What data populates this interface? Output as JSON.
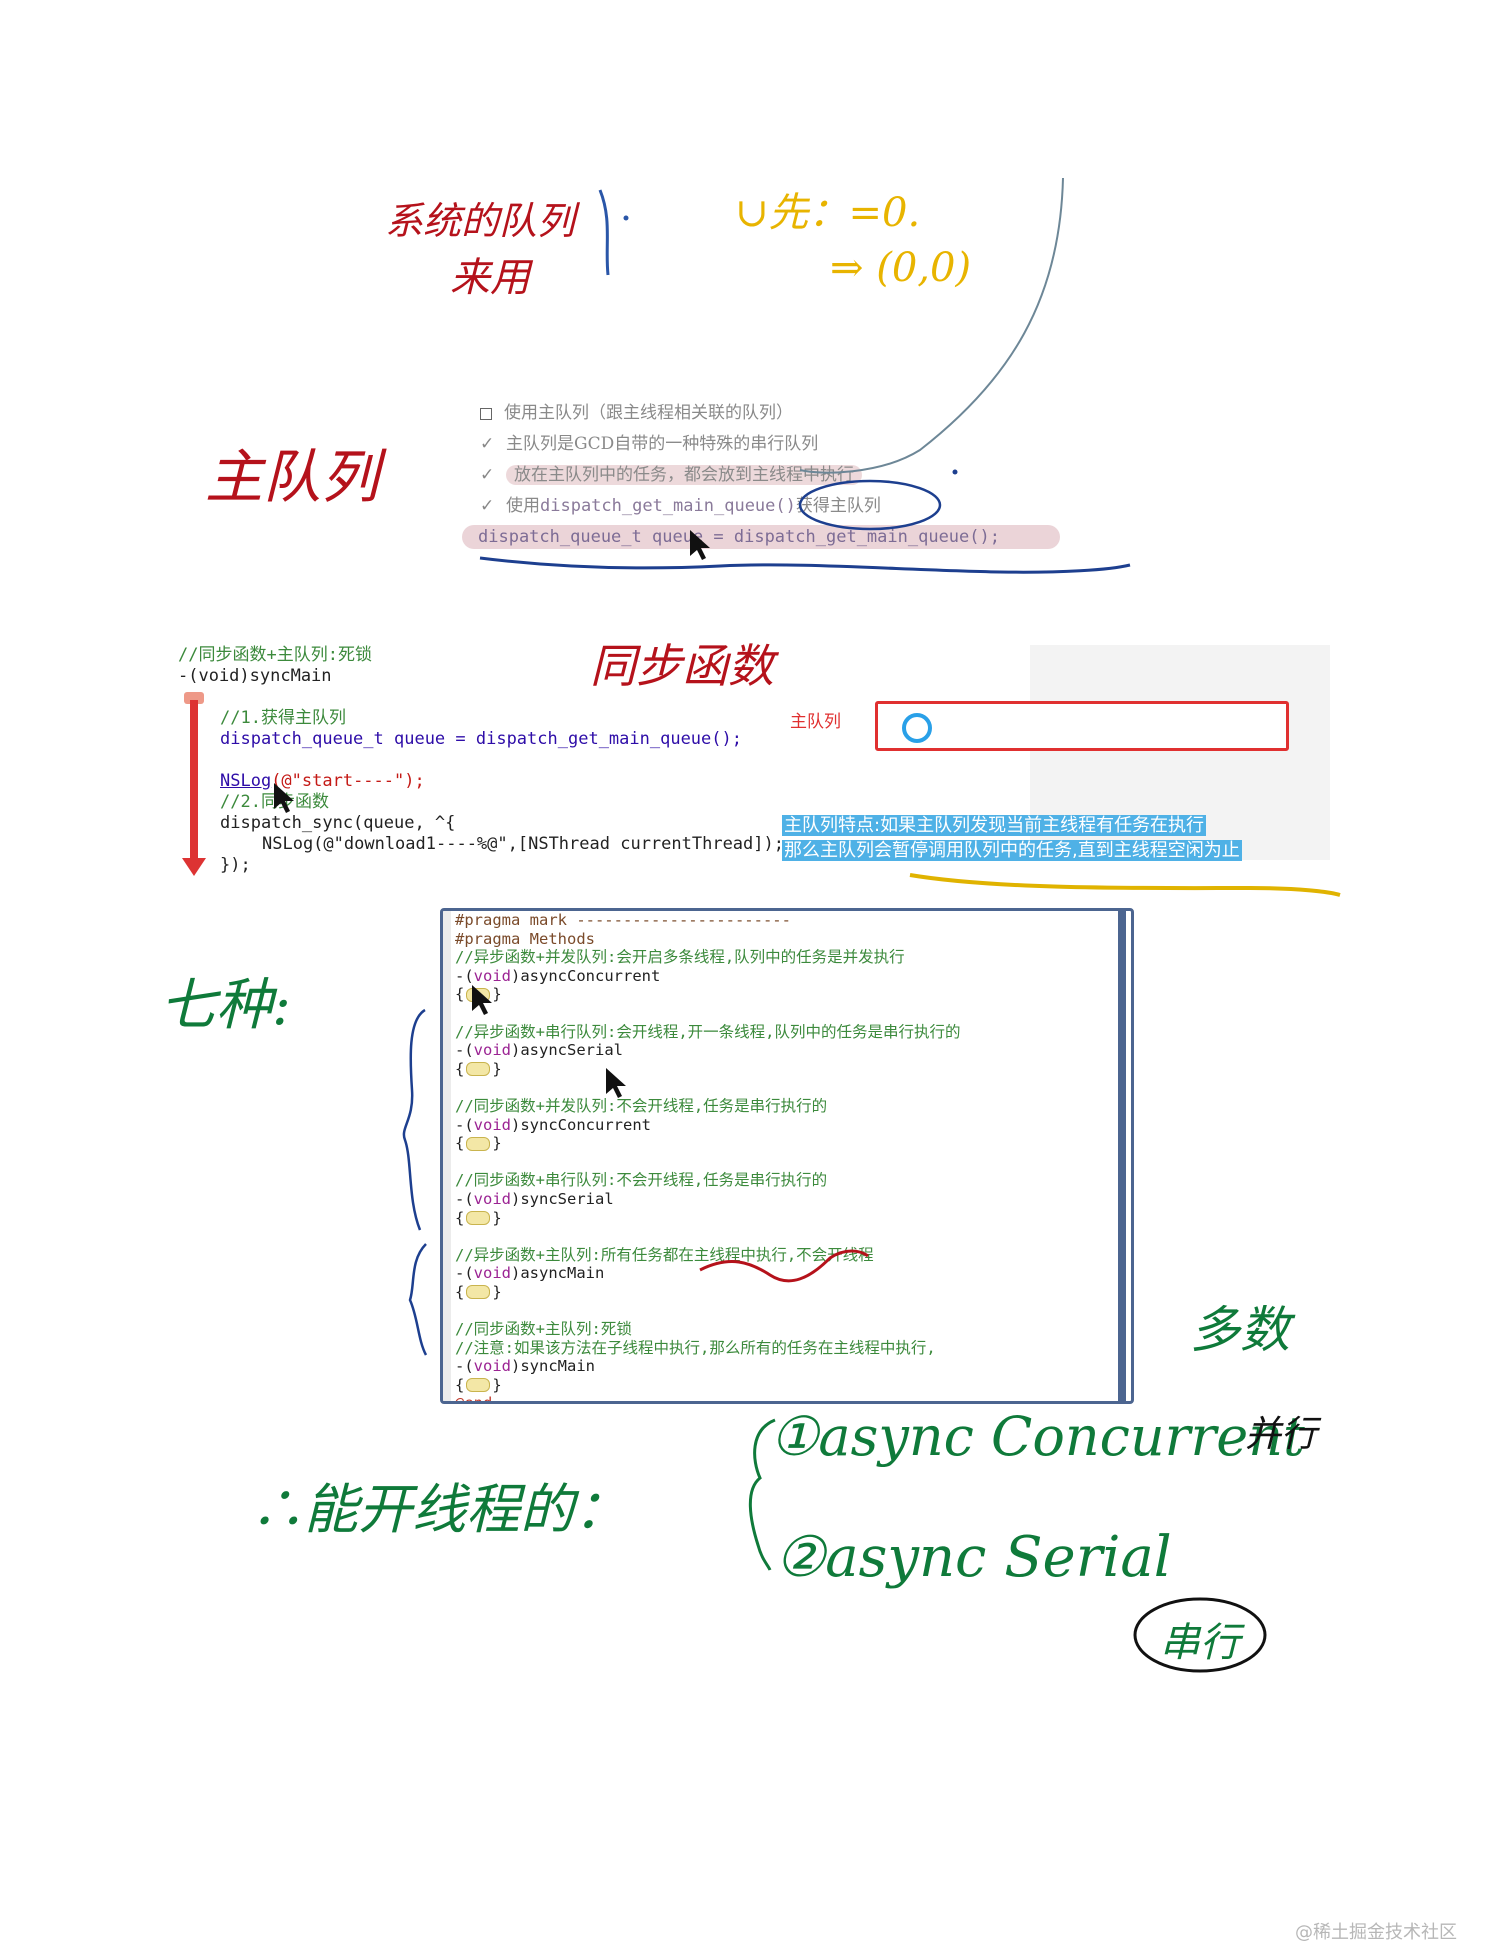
{
  "slide1": {
    "items": [
      {
        "mark": "box",
        "text": "使用主队列（跟主线程相关联的队列）"
      },
      {
        "mark": "check",
        "text": "主队列是GCD自带的一种特殊的串行队列"
      },
      {
        "mark": "check",
        "text": "放在主队列中的任务，都会放到主线程中执行"
      },
      {
        "mark": "check",
        "text_before": "使用",
        "code": "dispatch_get_main_queue()",
        "text_after": "获得主队列"
      }
    ],
    "code_line": "dispatch_queue_t queue = dispatch_get_main_queue();"
  },
  "code1": {
    "comment_title": "//同步函数+主队列:死锁",
    "method": "-(void)syncMain",
    "comment_1": "//1.获得主队列",
    "line_get_queue": "dispatch_queue_t queue = dispatch_get_main_queue();",
    "nslog_fn": "NSLog",
    "nslog_arg": "(@\"start----\");",
    "comment_2": "//2.同步函数",
    "sync_line": "dispatch_sync(queue, ^{",
    "nslog_inner": "NSLog(@\"download1----%@\",[NSThread currentThread]);",
    "close": "});"
  },
  "main_queue_panel": {
    "label": "主队列",
    "note_line1": "主队列特点:如果主队列发现当前主线程有任务在执行",
    "note_line2": "那么主队列会暂停调用队列中的任务,直到主线程空闲为止"
  },
  "xcode": {
    "lines": [
      {
        "k": "pragma",
        "t": "#pragma mark -----------------------"
      },
      {
        "k": "pragma",
        "t": "#pragma Methods"
      },
      {
        "k": "comment",
        "t": "//异步函数+并发队列:会开启多条线程,队列中的任务是并发执行"
      },
      {
        "k": "method",
        "t": "asyncConcurrent"
      },
      {
        "k": "brace"
      },
      {
        "k": "gap"
      },
      {
        "k": "comment",
        "t": "//异步函数+串行队列:会开线程,开一条线程,队列中的任务是串行执行的"
      },
      {
        "k": "method",
        "t": "asyncSerial"
      },
      {
        "k": "brace"
      },
      {
        "k": "gap"
      },
      {
        "k": "comment",
        "t": "//同步函数+并发队列:不会开线程,任务是串行执行的"
      },
      {
        "k": "method",
        "t": "syncConcurrent"
      },
      {
        "k": "brace"
      },
      {
        "k": "gap"
      },
      {
        "k": "comment",
        "t": "//同步函数+串行队列:不会开线程,任务是串行执行的"
      },
      {
        "k": "method",
        "t": "syncSerial"
      },
      {
        "k": "brace"
      },
      {
        "k": "gap"
      },
      {
        "k": "comment",
        "t": "//异步函数+主队列:所有任务都在主线程中执行,不会开线程"
      },
      {
        "k": "method",
        "t": "asyncMain"
      },
      {
        "k": "brace"
      },
      {
        "k": "gap"
      },
      {
        "k": "comment",
        "t": "//同步函数+主队列:死锁"
      },
      {
        "k": "comment",
        "t": "//注意:如果该方法在子线程中执行,那么所有的任务在主线程中执行,"
      },
      {
        "k": "method",
        "t": "syncMain"
      },
      {
        "k": "brace"
      },
      {
        "k": "end",
        "t": "@end"
      }
    ],
    "method_prefix": "-(",
    "method_void": "void",
    "method_suffix": ")"
  },
  "handwriting": {
    "red_top": "系统的队列",
    "red_top2": "来用",
    "yellow_1": "∪先：=0.",
    "yellow_2": "⇒ (0,0)",
    "red_main": "主队列",
    "red_mid": "同步函数",
    "green_left": "七种:",
    "green_right": "多数",
    "green_bottom": "∴能开线程的：",
    "green_item1": "①async Concurrent",
    "green_item1_suffix": "并行",
    "green_item2": "②async Serial",
    "green_item2_suffix": "串行"
  },
  "watermark": "@稀土掘金技术社区",
  "colors": {
    "red_ink": "#b5121b",
    "green_ink": "#0f7a3a",
    "blue_ink": "#1d3f8f",
    "yellow_ink": "#e8b400"
  }
}
